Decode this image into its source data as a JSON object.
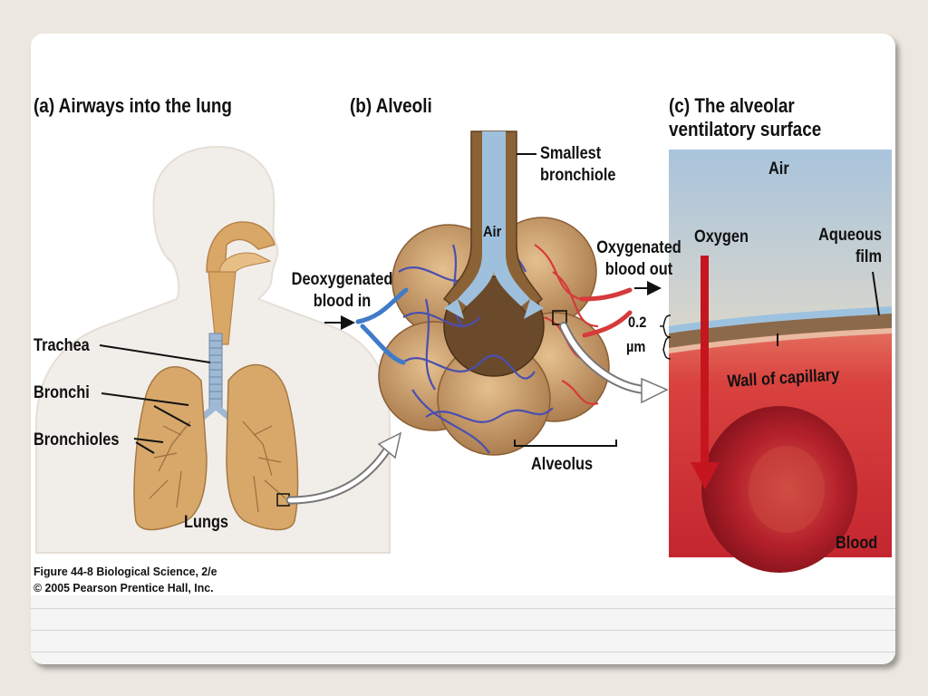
{
  "panel_a": {
    "title": "(a) Airways into the lung",
    "labels": {
      "trachea": "Trachea",
      "bronchi": "Bronchi",
      "bronchioles": "Bronchioles",
      "lungs": "Lungs"
    }
  },
  "panel_b": {
    "title": "(b) Alveoli",
    "labels": {
      "smallest_bronchiole": "Smallest bronchiole",
      "air": "Air",
      "deoxygenated": "Deoxygenated blood in",
      "oxygenated": "Oxygenated blood out",
      "alveolus": "Alveolus"
    }
  },
  "panel_c": {
    "title": "(c) The alveolar ventilatory surface",
    "labels": {
      "air": "Air",
      "oxygen": "Oxygen",
      "aqueous_film": "Aqueous film",
      "thickness_value": "0.2",
      "thickness_unit": "µm",
      "wall_of_capillary": "Wall of capillary",
      "blood": "Blood"
    }
  },
  "caption": {
    "line1": "Figure 44-8  Biological Science, 2/e",
    "line2": "© 2005 Pearson Prentice Hall, Inc."
  },
  "colors": {
    "body": "#f1eeea",
    "lung_tissue": "#d7a86a",
    "airway": "#97b8d2",
    "vein_blue": "#3b5bb8",
    "artery_red": "#d63a3a",
    "sky": "#a9c4dc",
    "blood": "#b5212b",
    "brown_wall": "#8a6a4a"
  }
}
